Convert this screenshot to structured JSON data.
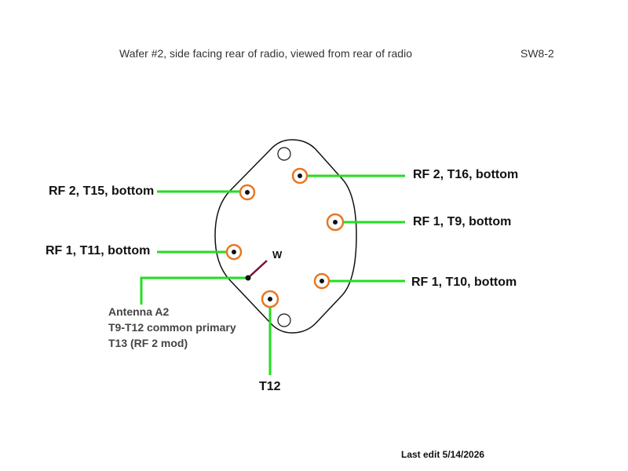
{
  "header": {
    "title": "Wafer #2, side facing rear of radio, viewed from rear of radio",
    "code": "SW8-2"
  },
  "labels": {
    "rf2_t16": "RF 2, T16, bottom",
    "rf2_t15": "RF 2, T15, bottom",
    "rf1_t9": "RF 1, T9, bottom",
    "rf1_t11": "RF 1, T11, bottom",
    "rf1_t10": "RF 1, T10, bottom",
    "t12": "T12",
    "wiper": "W",
    "antenna": [
      "Antenna A2",
      "T9-T12 common primary",
      "T13 (RF 2 mod)"
    ]
  },
  "footer": {
    "last_edit": "Last edit 5/14/2026"
  },
  "colors": {
    "lead": "#22dd22",
    "ring": "#e87722",
    "wiper": "#7a1030",
    "outline": "#111111"
  }
}
